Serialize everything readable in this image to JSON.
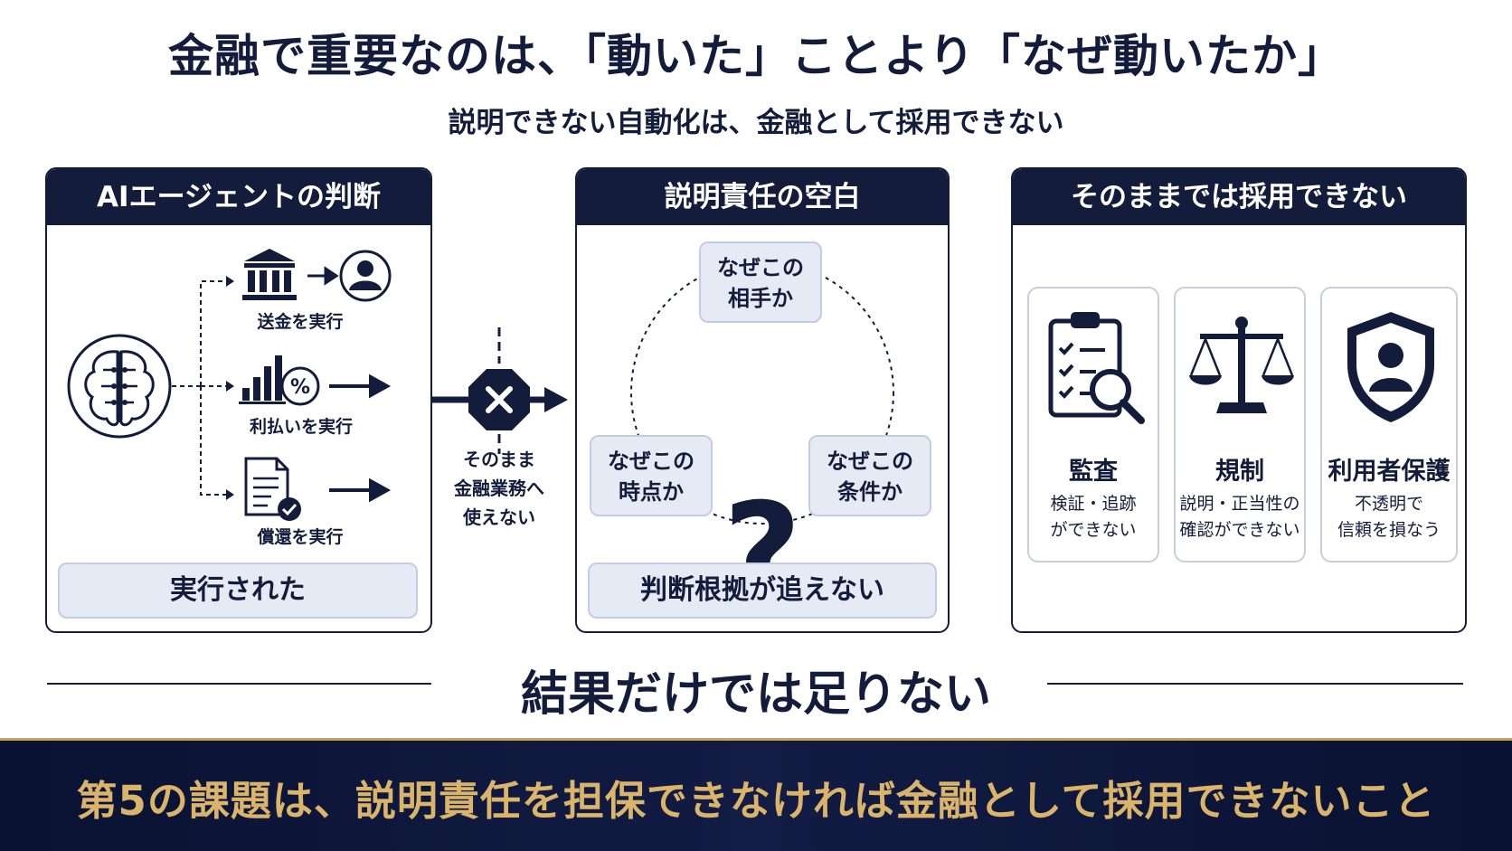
{
  "header": {
    "title": "金融で重要なのは、「動いた」ことより「なぜ動いたか」",
    "subtitle": "説明できない自動化は、金融として採用できない"
  },
  "panel_left": {
    "title": "AIエージェントの判断",
    "actions": [
      {
        "label": "送金を実行",
        "icon": "bank-icon"
      },
      {
        "label": "利払いを実行",
        "icon": "chart-percent-icon"
      },
      {
        "label": "償還を実行",
        "icon": "document-check-icon"
      }
    ],
    "result": "実行された"
  },
  "connector": {
    "label_lines": [
      "そのまま",
      "金融業務へ",
      "使えない"
    ]
  },
  "panel_center": {
    "title": "説明責任の空白",
    "questions": [
      {
        "line1": "なぜこの",
        "line2": "相手か"
      },
      {
        "line1": "なぜこの",
        "line2": "時点か"
      },
      {
        "line1": "なぜこの",
        "line2": "条件か"
      }
    ],
    "symbol": "?",
    "result": "判断根拠が追えない"
  },
  "panel_right": {
    "title": "そのままでは採用できない",
    "cards": [
      {
        "title": "監査",
        "desc_lines": [
          "検証・追跡",
          "ができない"
        ],
        "icon": "clipboard-search-icon"
      },
      {
        "title": "規制",
        "desc_lines": [
          "説明・正当性の",
          "確認ができない"
        ],
        "icon": "scales-icon"
      },
      {
        "title": "利用者保護",
        "desc_lines": [
          "不透明で",
          "信頼を損なう"
        ],
        "icon": "shield-user-icon"
      }
    ]
  },
  "conclusion": "結果だけでは足りない",
  "footer": "第5の課題は、説明責任を担保できなければ金融として採用できないこと",
  "colors": {
    "navy": "#141c3c",
    "gold": "#d9b46a",
    "pill_bg": "#e6eaf4"
  }
}
